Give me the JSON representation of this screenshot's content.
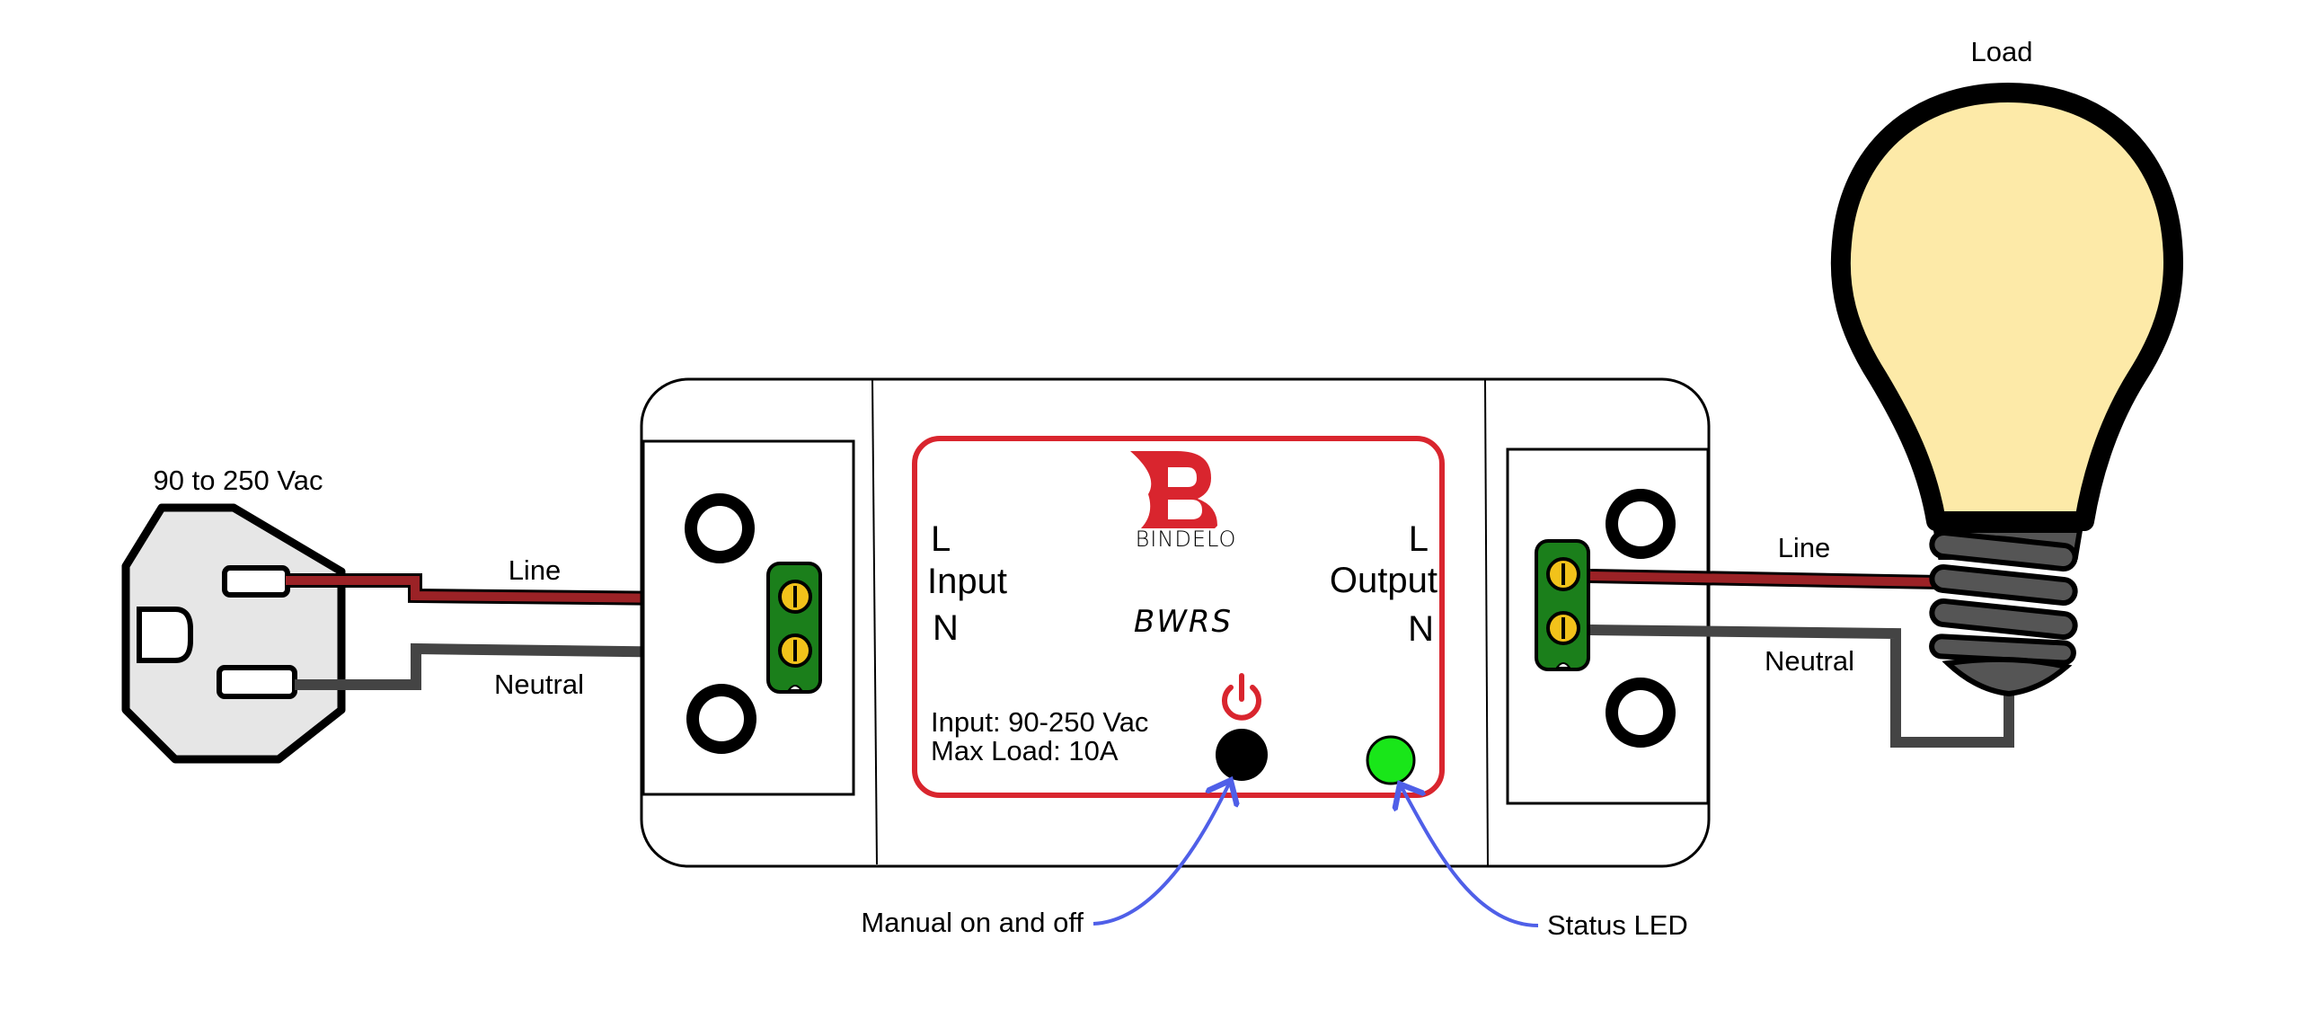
{
  "colors": {
    "line_wire": "#9b2226",
    "neutral_wire": "#444444",
    "panel_border": "#d9252e",
    "terminal_block": "#1b7f1b",
    "screw": "#f2c21a",
    "status_led": "#19e619",
    "callout_arrow": "#4f5fe8",
    "bulb_glass": "#fdeaa8",
    "plug_body": "#e6e6e6",
    "brand": "#d9252e"
  },
  "source": {
    "voltage_label": "90 to 250 Vac",
    "line_label": "Line",
    "neutral_label": "Neutral"
  },
  "device": {
    "brand": "BINDELO",
    "model": "BWRS",
    "input_block": {
      "l": "L",
      "title": "Input",
      "n": "N"
    },
    "output_block": {
      "l": "L",
      "title": "Output",
      "n": "N"
    },
    "spec_input": "Input: 90-250 Vac",
    "spec_max_load": "Max Load: 10A",
    "power_icon": "power-icon"
  },
  "load": {
    "title": "Load",
    "line_label": "Line",
    "neutral_label": "Neutral"
  },
  "callouts": {
    "manual": "Manual on and off",
    "status": "Status LED"
  }
}
